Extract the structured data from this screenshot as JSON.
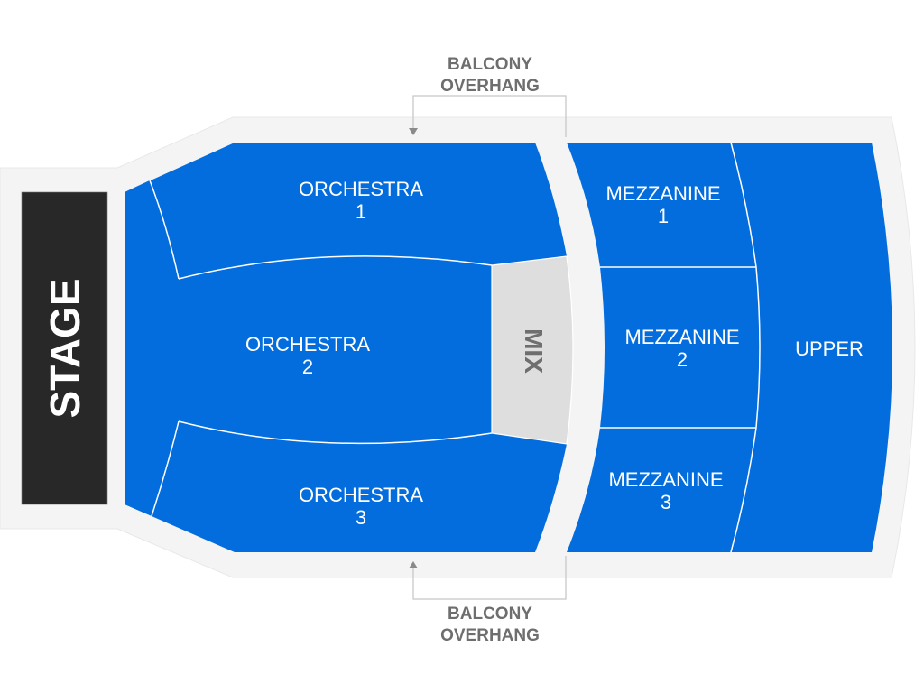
{
  "colors": {
    "section": "#036DDD",
    "floor": "#F4F4F4",
    "stage": "#282828",
    "mix": "#DEDEDE",
    "note_text": "#6E6E6E",
    "divider": "#FFFFFF"
  },
  "stage": {
    "label": "STAGE"
  },
  "mix": {
    "label": "MIX"
  },
  "sections": {
    "orchestra_1": {
      "line1": "ORCHESTRA",
      "line2": "1"
    },
    "orchestra_2": {
      "line1": "ORCHESTRA",
      "line2": "2"
    },
    "orchestra_3": {
      "line1": "ORCHESTRA",
      "line2": "3"
    },
    "mezzanine_1": {
      "line1": "MEZZANINE",
      "line2": "1"
    },
    "mezzanine_2": {
      "line1": "MEZZANINE",
      "line2": "2"
    },
    "mezzanine_3": {
      "line1": "MEZZANINE",
      "line2": "3"
    },
    "upper": {
      "line1": "UPPER"
    }
  },
  "annotations": {
    "top": {
      "line1": "BALCONY",
      "line2": "OVERHANG"
    },
    "bottom": {
      "line1": "BALCONY",
      "line2": "OVERHANG"
    }
  }
}
